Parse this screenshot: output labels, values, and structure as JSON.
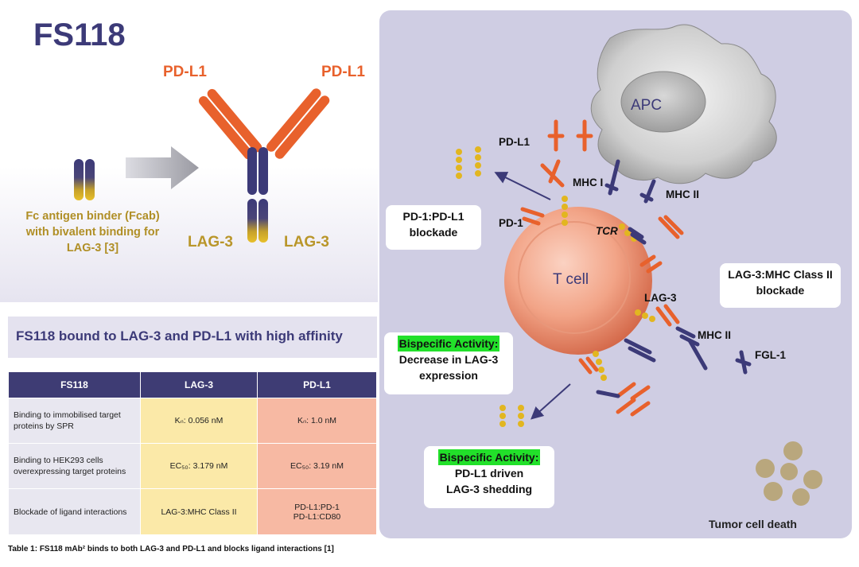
{
  "left": {
    "title": "FS118",
    "pdl1_left": "PD-L1",
    "pdl1_right": "PD-L1",
    "lag3_left": "LAG-3",
    "lag3_right": "LAG-3",
    "fcab_line1": "Fc antigen binder (Fcab)",
    "fcab_line2": "with bivalent binding for",
    "fcab_line3": "LAG-3 [3]",
    "subtitle": "FS118 bound to LAG-3 and PD-L1 with high affinity"
  },
  "table": {
    "headers": [
      "FS118",
      "LAG-3",
      "PD-L1"
    ],
    "rows": [
      {
        "label": "Binding to immobilised target proteins by SPR",
        "lag3": "Kₙ: 0.056 nM",
        "pdl1": "Kₙ: 1.0 nM"
      },
      {
        "label": "Binding to HEK293 cells overexpressing target proteins",
        "lag3": "EC₅₀: 3.179 nM",
        "pdl1": "EC₅₀: 3.19 nM"
      },
      {
        "label": "Blockade of ligand interactions",
        "lag3": "LAG-3:MHC Class II",
        "pdl1_line1": "PD-L1:PD-1",
        "pdl1_line2": "PD-L1:CD80"
      }
    ],
    "caption": "Table 1: FS118 mAb² binds to both LAG-3 and PD-L1 and blocks ligand interactions [1]"
  },
  "diagram": {
    "apc": "APC",
    "tcell": "T cell",
    "tcr": "TCR",
    "pdl1": "PD-L1",
    "pd1": "PD-1",
    "mhc1": "MHC I",
    "mhc2_top": "MHC II",
    "mhc2_bottom": "MHC II",
    "lag3": "LAG-3",
    "fgl1": "FGL-1",
    "pd1_block_line1": "PD-1:PD-L1",
    "pd1_block_line2": "blockade",
    "lag3_block_line1": "LAG-3:MHC Class II",
    "lag3_block_line2": "blockade",
    "bispec1_head": "Bispecific Activity:",
    "bispec1_line1": "Decrease in LAG-3",
    "bispec1_line2": "expression",
    "bispec2_head": "Bispecific Activity:",
    "bispec2_line1": "PD-L1 driven",
    "bispec2_line2": "LAG-3 shedding",
    "tumor": "Tumor cell death"
  },
  "colors": {
    "navy": "#3c3a78",
    "orange": "#e8612c",
    "gold": "#e2b620",
    "green": "#22e02a",
    "panel": "#cfcde3"
  }
}
